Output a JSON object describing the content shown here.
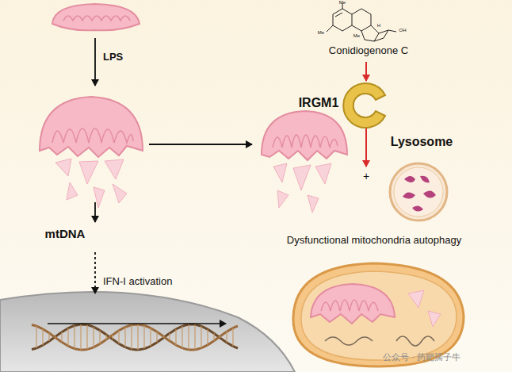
{
  "diagram": {
    "labels": [
      "LPS",
      "mtDNA",
      "IFN-I activation",
      "Conidiogenone C",
      "IRGM1",
      "Lysosome",
      "+",
      "Dysfunctional mitochondria autophagy",
      "公众号 · 药靶孺子牛",
      "Me",
      "Me",
      "Me",
      "H",
      "OH"
    ]
  }
}
